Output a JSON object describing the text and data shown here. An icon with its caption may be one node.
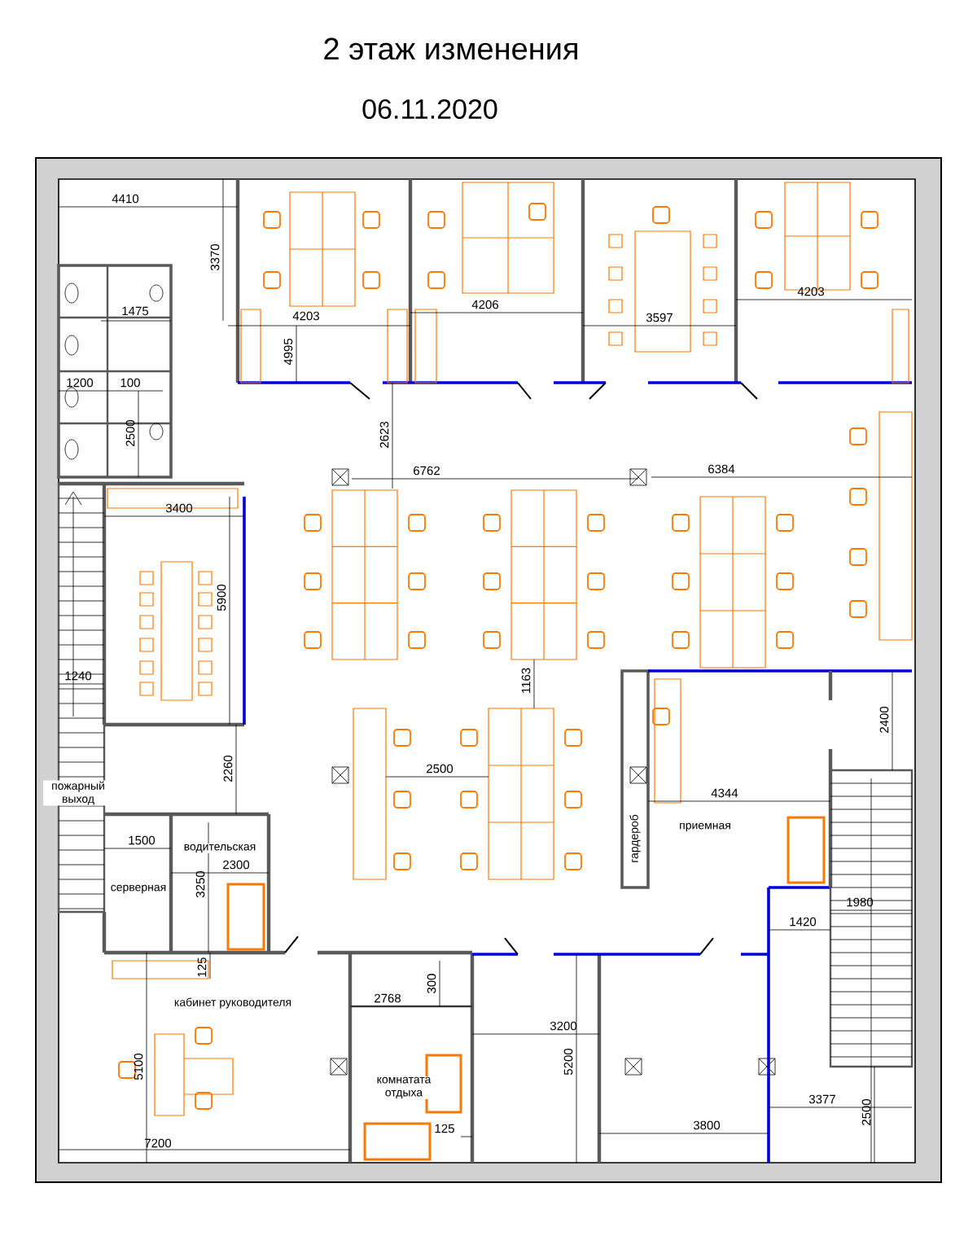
{
  "diagram": {
    "title": "2 этаж изменения",
    "labels": [
      "06.11.2020",
      "4410",
      "3370",
      "1475",
      "4203",
      "4995",
      "4206",
      "3597",
      "4203",
      "1200",
      "100",
      "2623",
      "2500",
      "6762",
      "6384",
      "3400",
      "5900",
      "1240",
      "1163",
      "2400",
      "пожарный выход",
      "2260",
      "2500",
      "4344",
      "гардероб",
      "приемная",
      "1500",
      "водительская",
      "2300",
      "серверная",
      "3250",
      "1980",
      "1420",
      "125",
      "кабинет руководителя",
      "2768",
      "300",
      "3200",
      "5200",
      "5100",
      "комнатата отдыха",
      "125",
      "3800",
      "3377",
      "2500",
      "7200"
    ]
  }
}
